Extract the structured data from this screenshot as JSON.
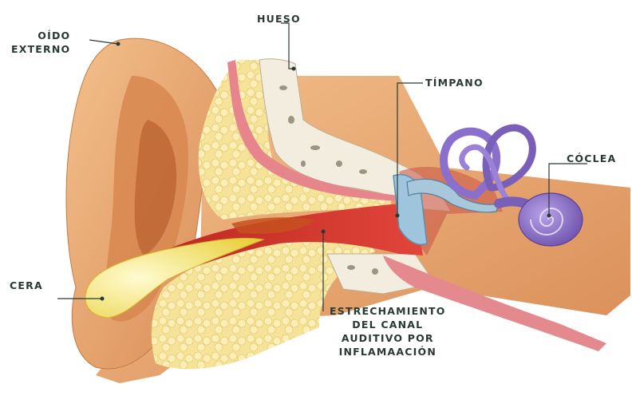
{
  "labels": {
    "oido_externo": [
      "OÍDO",
      "EXTERNO"
    ],
    "hueso": "HUESO",
    "timpano": "TÍMPANO",
    "coclea": "CÓCLEA",
    "cera": "CERA",
    "estrechamiento": [
      "ESTRECHAMIENTO",
      "DEL CANAL",
      "AUDITIVO POR",
      "INFLAMAACIÓN"
    ]
  },
  "colors": {
    "label_text": "#2a3a33",
    "leader_line": "#2a3a33",
    "skin": "#e9a870",
    "skin_dark": "#c8784a",
    "fat": "#f6e39a",
    "bone": "#f3ede0",
    "canal": "#d7322c",
    "wax": "#f1e45a",
    "cochlea": "#7a5fb8",
    "eardrum": "#9fc5dc"
  }
}
